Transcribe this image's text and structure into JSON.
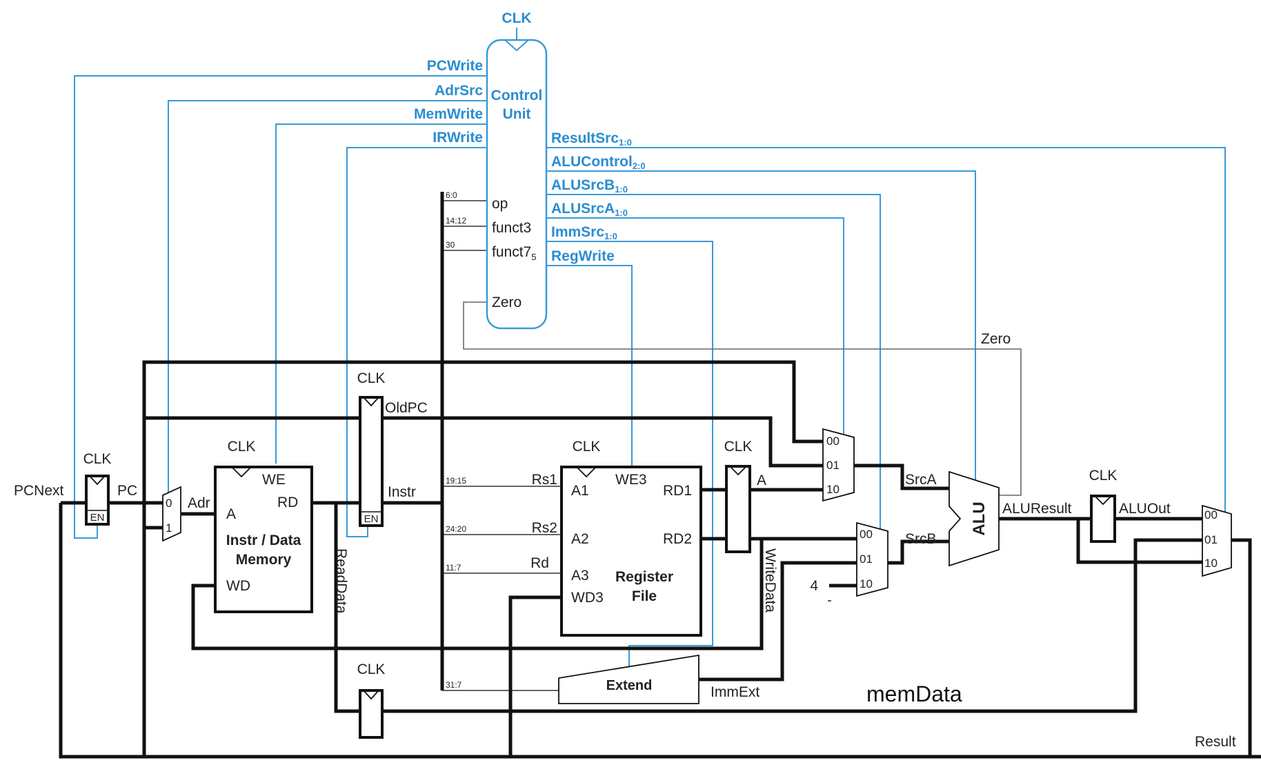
{
  "blocks": {
    "control_unit": {
      "title1": "Control",
      "title2": "Unit",
      "clk": "CLK"
    },
    "memory": {
      "title1": "Instr / Data",
      "title2": "Memory",
      "port_a": "A",
      "port_we": "WE",
      "port_rd": "RD",
      "port_wd": "WD",
      "clk": "CLK"
    },
    "register_file": {
      "title1": "Register",
      "title2": "File",
      "a1": "A1",
      "a2": "A2",
      "a3": "A3",
      "wd3": "WD3",
      "we3": "WE3",
      "rd1": "RD1",
      "rd2": "RD2",
      "clk": "CLK"
    },
    "extend": {
      "label": "Extend"
    },
    "alu": {
      "label": "ALU"
    },
    "pc_reg": {
      "clk": "CLK",
      "en": "EN"
    },
    "instr_reg": {
      "clk": "CLK",
      "en": "EN"
    },
    "data_reg": {
      "clk": "CLK"
    },
    "ab_reg": {
      "clk": "CLK"
    },
    "aluout_reg": {
      "clk": "CLK"
    }
  },
  "control_inputs": [
    "op",
    "funct3",
    "funct7",
    "Zero"
  ],
  "funct7_sub": "5",
  "control_outputs_left": [
    "PCWrite",
    "AdrSrc",
    "MemWrite",
    "IRWrite"
  ],
  "control_outputs_right": [
    {
      "name": "ResultSrc",
      "sub": "1:0"
    },
    {
      "name": "ALUControl",
      "sub": "2:0"
    },
    {
      "name": "ALUSrcB",
      "sub": "1:0"
    },
    {
      "name": "ALUSrcA",
      "sub": "1:0"
    },
    {
      "name": "ImmSrc",
      "sub": "1:0"
    },
    {
      "name": "RegWrite",
      "sub": ""
    }
  ],
  "bit_fields": [
    "6:0",
    "14:12",
    "30",
    "19:15",
    "24:20",
    "11:7",
    "31:7"
  ],
  "signals": {
    "pcnext": "PCNext",
    "pc": "PC",
    "adr": "Adr",
    "instr": "Instr",
    "oldpc": "OldPC",
    "readdata": "ReadData",
    "rs1": "Rs1",
    "rs2": "Rs2",
    "rd": "Rd",
    "a": "A",
    "writedata": "WriteData",
    "srca": "SrcA",
    "srcb": "SrcB",
    "aluresult": "ALUResult",
    "aluout": "ALUOut",
    "immext": "ImmExt",
    "zero": "Zero",
    "result": "Result",
    "const4": "4"
  },
  "mux": {
    "adr_mux": [
      "0",
      "1"
    ],
    "srca_mux": [
      "00",
      "01",
      "10"
    ],
    "srcb_mux": [
      "00",
      "01",
      "10"
    ],
    "result_mux": [
      "00",
      "01",
      "10"
    ]
  },
  "annotation": "memData"
}
